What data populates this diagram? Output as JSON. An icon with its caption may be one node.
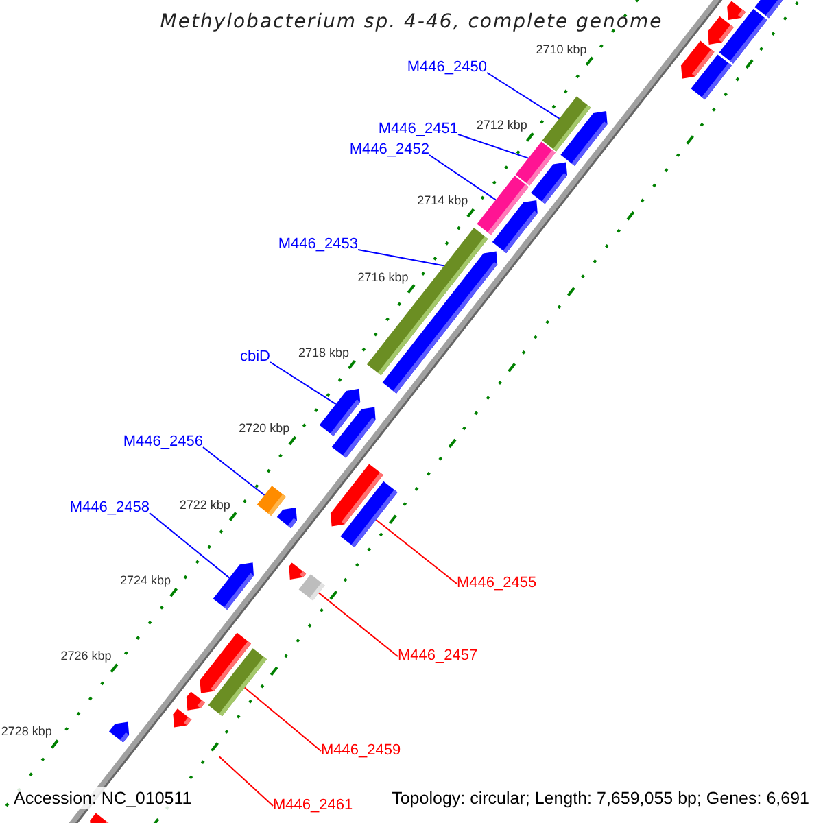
{
  "diagram": {
    "title": "Methylobacterium sp. 4-46, complete genome",
    "nodes": [
      {
        "text": [
          "M446_2450"
        ]
      },
      {
        "text": [
          "M446_2451"
        ]
      },
      {
        "text": [
          "M446_2452"
        ]
      },
      {
        "text": [
          "M446_2453"
        ]
      },
      {
        "text": [
          "cbiD"
        ]
      },
      {
        "text": [
          "M446_2456"
        ]
      },
      {
        "text": [
          "M446_2458"
        ]
      },
      {
        "text": [
          "M446_2455"
        ]
      },
      {
        "text": [
          "M446_2457"
        ]
      },
      {
        "text": [
          "M446_2459"
        ]
      },
      {
        "text": [
          "M446_2461"
        ]
      },
      {
        "text": [],
        "shape": "pentagon"
      },
      {
        "text": [],
        "shape": "bar"
      },
      {
        "text": [],
        "shape": "bar"
      },
      {
        "text": [],
        "shape": "pentagon"
      },
      {
        "text": [],
        "shape": "pentagon"
      },
      {
        "text": [],
        "shape": "bar"
      },
      {
        "text": [],
        "shape": "pentagon"
      },
      {
        "text": [],
        "shape": "bar"
      },
      {
        "text": [],
        "shape": "bar"
      },
      {
        "text": [],
        "shape": "pentagon"
      },
      {
        "text": [],
        "shape": "bar"
      },
      {
        "text": [],
        "shape": "pentagon"
      },
      {
        "text": [],
        "shape": "bar"
      },
      {
        "text": [],
        "shape": "pentagon"
      },
      {
        "text": [],
        "shape": "pentagon"
      },
      {
        "text": [],
        "shape": "pentagon"
      },
      {
        "text": [],
        "shape": "pentagon"
      },
      {
        "text": [],
        "shape": "bar"
      },
      {
        "text": [],
        "shape": "bar"
      },
      {
        "text": [],
        "shape": "pentagon"
      },
      {
        "text": [],
        "shape": "bar"
      },
      {
        "text": [],
        "shape": "pentagon"
      },
      {
        "text": [],
        "shape": "pentagon"
      },
      {
        "text": [],
        "shape": "pentagon"
      },
      {
        "text": [],
        "shape": "bar"
      },
      {
        "text": [],
        "shape": "pentagon"
      },
      {
        "text": [],
        "shape": "pentagon"
      },
      {
        "text": [],
        "shape": "pentagon"
      },
      {
        "text": [],
        "shape": "pentagon"
      }
    ],
    "edges": [
      {
        "from": 0,
        "to": 18,
        "arrow": "none"
      },
      {
        "from": 1,
        "to": 19,
        "arrow": "none"
      },
      {
        "from": 2,
        "to": 21,
        "arrow": "none"
      },
      {
        "from": 3,
        "to": 23,
        "arrow": "none"
      },
      {
        "from": 4,
        "to": 25,
        "arrow": "none"
      },
      {
        "from": 5,
        "to": 29,
        "arrow": "none"
      },
      {
        "from": 6,
        "to": 33,
        "arrow": "none"
      },
      {
        "from": 7,
        "to": 28,
        "arrow": "none",
        "color": "#ff0000"
      },
      {
        "from": 8,
        "to": 31,
        "arrow": "none",
        "color": "#ff0000"
      },
      {
        "from": 9,
        "to": 35,
        "arrow": "none",
        "color": "#ff0000"
      },
      {
        "from": 10,
        "to": null,
        "arrow": "none",
        "color": "#ff0000"
      }
    ],
    "labels": [
      "2710 kbp",
      "2712 kbp",
      "2714 kbp",
      "2716 kbp",
      "2718 kbp",
      "2720 kbp",
      "2722 kbp",
      "2724 kbp",
      "2726 kbp",
      "2728 kbp",
      "Accession: NC_010511",
      "Topology: circular; Length: 7,659,055 bp; Genes: 6,691"
    ]
  }
}
